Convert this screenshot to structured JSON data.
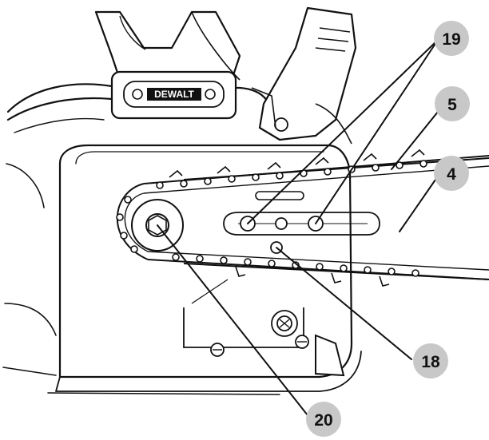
{
  "brand": {
    "logo_text": "DEWALT"
  },
  "colors": {
    "badge_fill": "#c8c8c8",
    "line": "#111111",
    "paper": "#ffffff"
  },
  "callouts": [
    {
      "id": "19",
      "label": "19"
    },
    {
      "id": "5",
      "label": "5"
    },
    {
      "id": "4",
      "label": "4"
    },
    {
      "id": "18",
      "label": "18"
    },
    {
      "id": "20",
      "label": "20"
    }
  ]
}
